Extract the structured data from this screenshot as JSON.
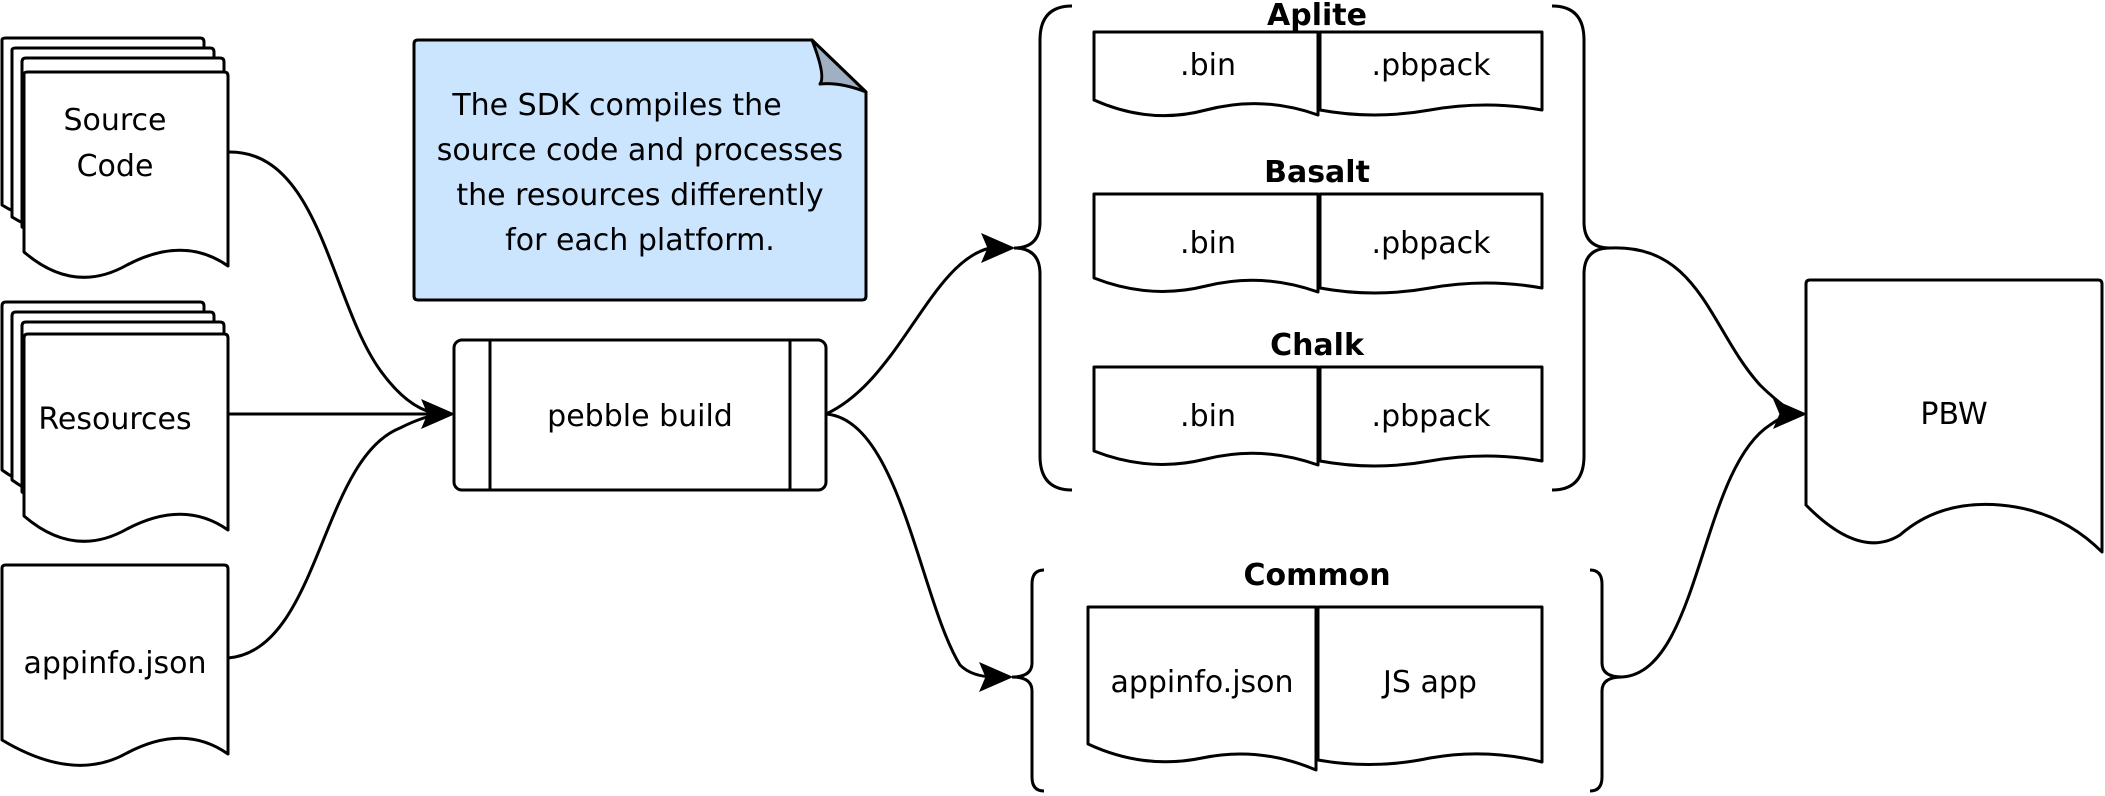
{
  "inputs": {
    "source_code": {
      "line1": "Source",
      "line2": "Code"
    },
    "resources": "Resources",
    "appinfo": "appinfo.json"
  },
  "note": {
    "lines": [
      "The SDK compiles the",
      "source code and processes",
      "the resources differently",
      "for each platform."
    ],
    "fill_color": "#cce5ff"
  },
  "build": {
    "label": "pebble build"
  },
  "platforms": [
    {
      "name": "Aplite",
      "files": [
        ".bin",
        ".pbpack"
      ]
    },
    {
      "name": "Basalt",
      "files": [
        ".bin",
        ".pbpack"
      ]
    },
    {
      "name": "Chalk",
      "files": [
        ".bin",
        ".pbpack"
      ]
    }
  ],
  "common": {
    "name": "Common",
    "files": [
      "appinfo.json",
      "JS app"
    ]
  },
  "output": {
    "label": "PBW"
  }
}
